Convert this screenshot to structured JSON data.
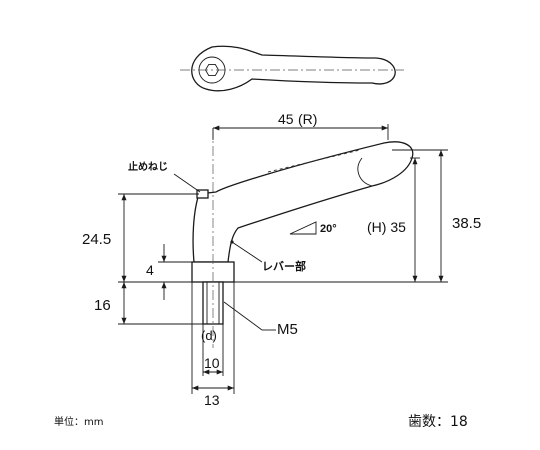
{
  "drawing": {
    "dimensions": {
      "reach": "45",
      "reach_suffix": "(R)",
      "total_height": "38.5",
      "lever_height": "(H) 35",
      "body_height": "24.5",
      "collar": "4",
      "thread_length": "16",
      "thread": "M5",
      "thread_ref": "(d)",
      "collar_width": "10",
      "body_width": "13",
      "angle": "20°"
    },
    "labels": {
      "set_screw": "止めねじ",
      "lever_part": "レバー部"
    }
  },
  "footer": {
    "unit_label": "単位：mm",
    "teeth_label": "歯数：18"
  }
}
